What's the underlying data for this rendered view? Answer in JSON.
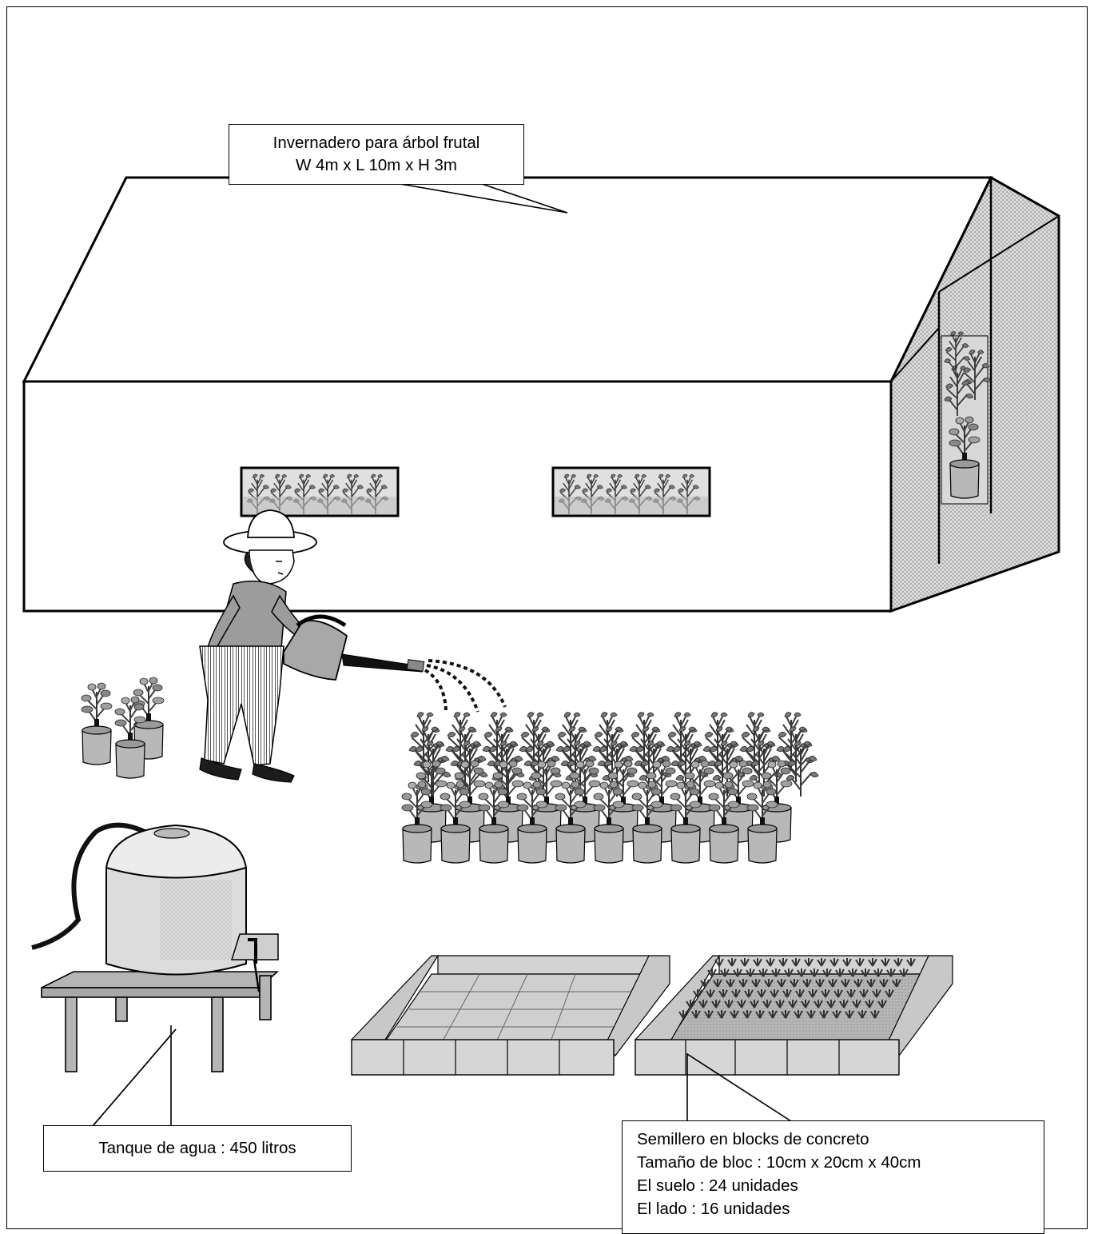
{
  "labels": {
    "greenhouse": {
      "line1": "Invernadero para árbol frutal",
      "line2": "W 4m x L 10m x H 3m"
    },
    "water_tank": {
      "line1": "Tanque de agua : 450 litros"
    },
    "seedbed": {
      "line1": "Semillero en blocks de concreto",
      "line2": "Tamaño de bloc : 10cm x 20cm x 40cm",
      "line3": "El suelo : 24 unidades",
      "line4": "El lado : 16 unidades"
    }
  },
  "colors": {
    "outline": "#000000",
    "mesh": "#d2d2d2",
    "plant": "#8a8a8a",
    "pot": "#b5b5b5",
    "block": "#cfcfcf"
  }
}
